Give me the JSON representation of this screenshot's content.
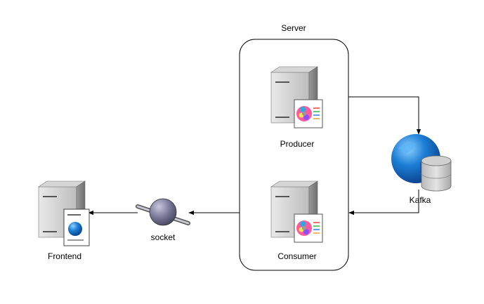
{
  "diagram": {
    "group_label": "Server",
    "nodes": {
      "producer": {
        "label": "Producer",
        "icon": "server-app-icon"
      },
      "consumer": {
        "label": "Consumer",
        "icon": "server-app-icon"
      },
      "kafka": {
        "label": "Kafka",
        "icon": "globe-database-icon"
      },
      "socket": {
        "label": "socket",
        "icon": "socket-icon"
      },
      "frontend": {
        "label": "Frontend",
        "icon": "server-web-icon"
      }
    },
    "edges": [
      {
        "from": "server-group",
        "to": "kafka"
      },
      {
        "from": "kafka",
        "to": "server-group"
      },
      {
        "from": "server-group",
        "to": "socket"
      },
      {
        "from": "socket",
        "to": "frontend"
      }
    ]
  }
}
